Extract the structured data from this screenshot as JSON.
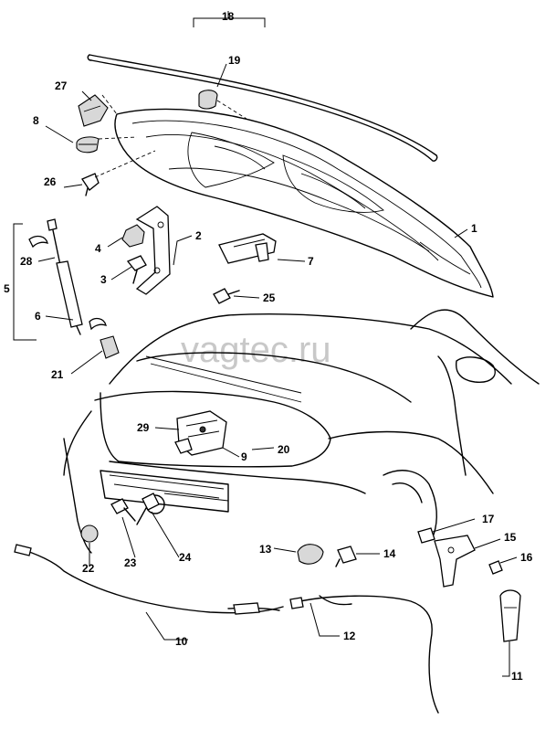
{
  "watermark": "vagtec.ru",
  "callouts": {
    "c1": "1",
    "c2": "2",
    "c3": "3",
    "c4": "4",
    "c5": "5",
    "c6": "6",
    "c7": "7",
    "c8": "8",
    "c9": "9",
    "c10": "10",
    "c11": "11",
    "c12": "12",
    "c13": "13",
    "c14": "14",
    "c15": "15",
    "c16": "16",
    "c17": "17",
    "c18": "18",
    "c19": "19",
    "c20": "20",
    "c21": "21",
    "c22": "22",
    "c23": "23",
    "c24": "24",
    "c25": "25",
    "c26": "26",
    "c27": "27",
    "c28": "28",
    "c29": "29"
  }
}
